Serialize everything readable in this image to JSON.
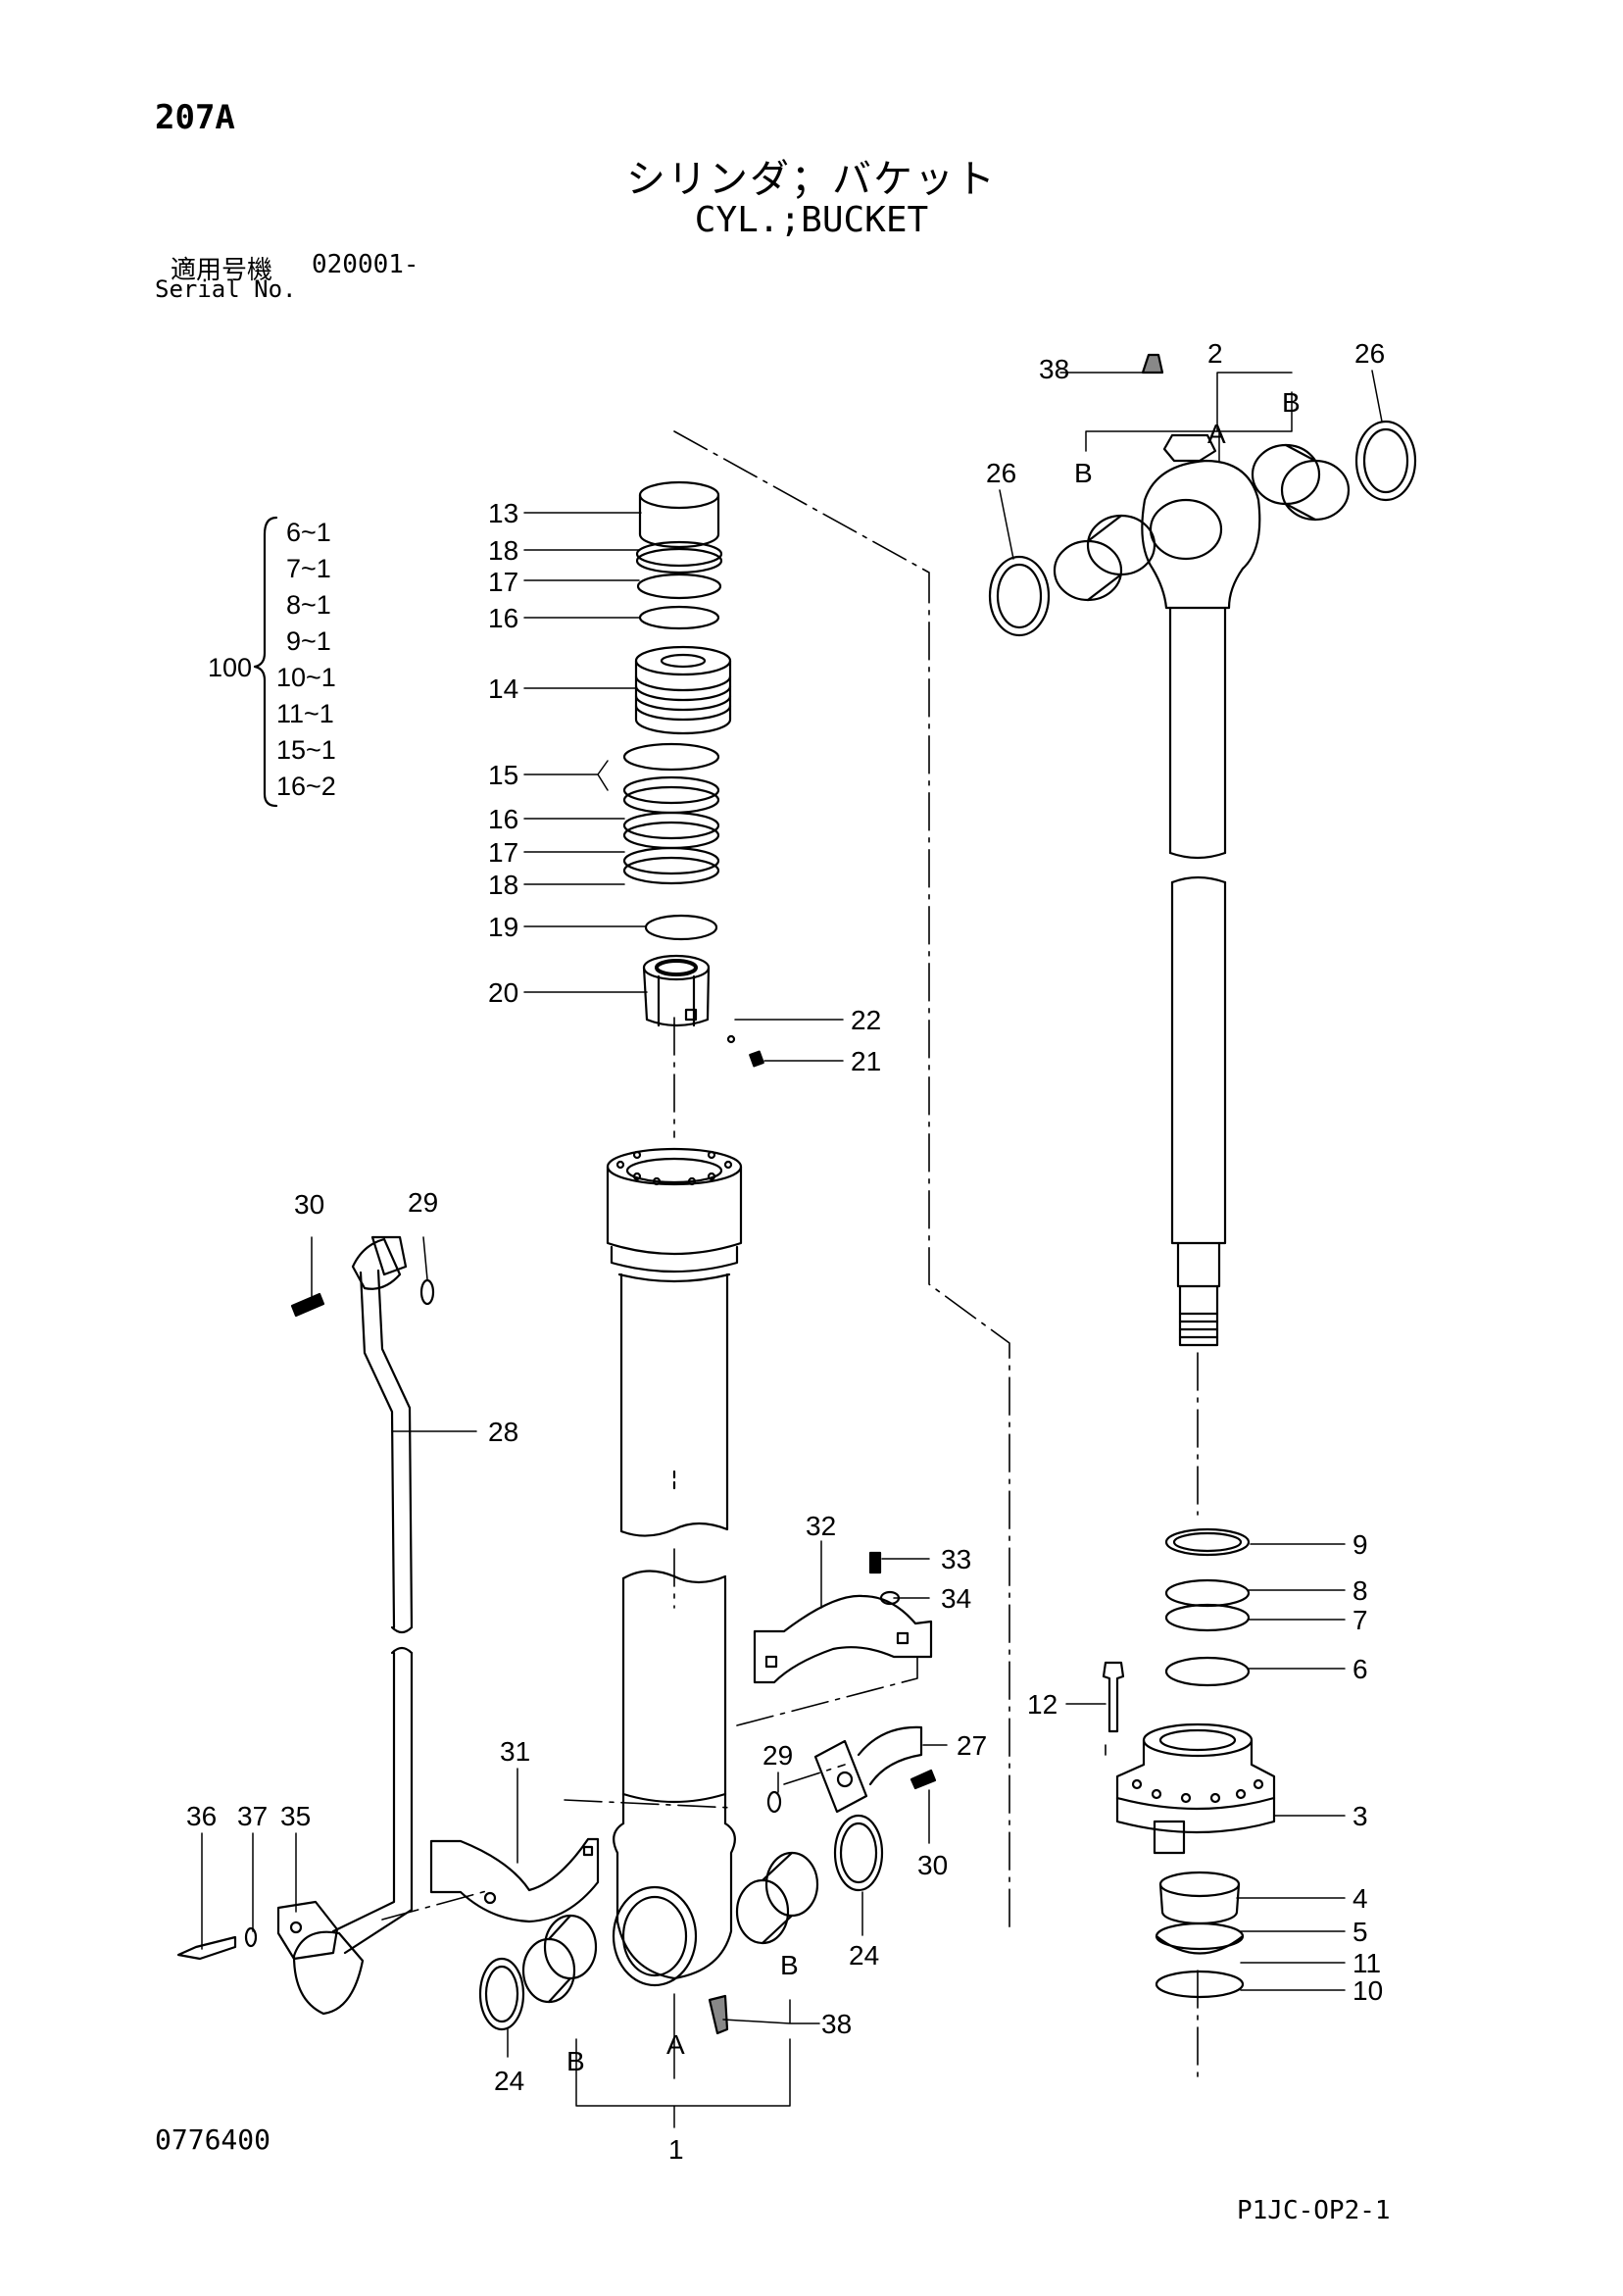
{
  "header": {
    "page_number": "207A",
    "title_jp": "シリンダ；バケット",
    "title_en": "CYL.;BUCKET",
    "serial_label_jp": "適用号機",
    "serial_label_en": "Serial No.",
    "serial_value": "020001-"
  },
  "kit": {
    "number": "100",
    "items": [
      "6~1",
      "7~1",
      "8~1",
      "9~1",
      "10~1",
      "11~1",
      "15~1",
      "16~2"
    ]
  },
  "callouts": {
    "p13": "13",
    "p18a": "18",
    "p17a": "17",
    "p16a": "16",
    "p14": "14",
    "p15": "15",
    "p16b": "16",
    "p17b": "17",
    "p18b": "18",
    "p19": "19",
    "p20": "20",
    "p22": "22",
    "p21": "21",
    "p30a": "30",
    "p29a": "29",
    "p28": "28",
    "p32": "32",
    "p33": "33",
    "p34": "34",
    "p29b": "29",
    "p27": "27",
    "p30b": "30",
    "p31": "31",
    "p36": "36",
    "p37": "37",
    "p35": "35",
    "p24a": "24",
    "p24b": "24",
    "p38a": "38",
    "p1": "1",
    "p38b": "38",
    "p2": "2",
    "p26a": "26",
    "p26b": "26",
    "p9": "9",
    "p8": "8",
    "p7": "7",
    "p6": "6",
    "p12": "12",
    "p3": "3",
    "p4": "4",
    "p5": "5",
    "p11": "11",
    "p10": "10"
  },
  "letters": {
    "a_rod": "A",
    "b_rod_left": "B",
    "b_rod_right": "B",
    "a_tube": "A",
    "b_tube_left": "B",
    "b_tube_right": "B"
  },
  "footer": {
    "drawing_code": "0776400",
    "page_code": "P1JC-OP2-1"
  }
}
